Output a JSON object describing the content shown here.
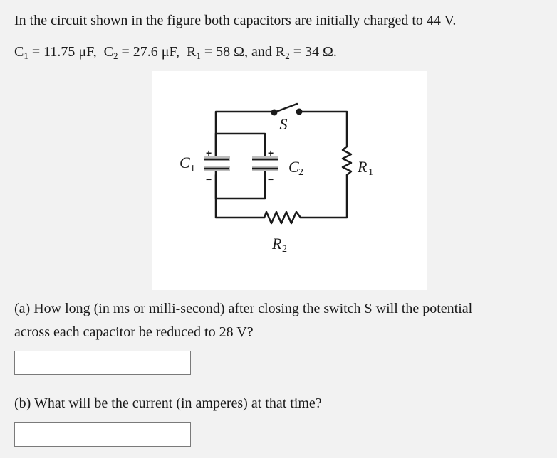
{
  "problem": {
    "intro": "In the circuit shown in the figure both capacitors are initially charged to 44 V.",
    "values": {
      "c1_label": "C",
      "c1_sub": "1",
      "c1_value": " = 11.75 μF,",
      "c2_label": "C",
      "c2_sub": "2",
      "c2_value": " = 27.6 μF,",
      "r1_label": "R",
      "r1_sub": "1",
      "r1_value": " = 58 Ω, and ",
      "r2_label": "R",
      "r2_sub": "2",
      "r2_value": " = 34 Ω."
    }
  },
  "figure": {
    "labels": {
      "switch": "S",
      "c1": "C",
      "c1_sub": "1",
      "c2": "C",
      "c2_sub": "2",
      "r1": "R",
      "r1_sub": "1",
      "r2": "R",
      "r2_sub": "2",
      "plus": "+",
      "minus": "−"
    }
  },
  "questions": {
    "a_line1": "(a) How long (in ms or milli-second) after closing the switch S will the potential",
    "a_line2": "across each capacitor be reduced to 28 V?",
    "a_answer": "",
    "b": "(b) What will be the current (in amperes) at that time?",
    "b_answer": ""
  }
}
